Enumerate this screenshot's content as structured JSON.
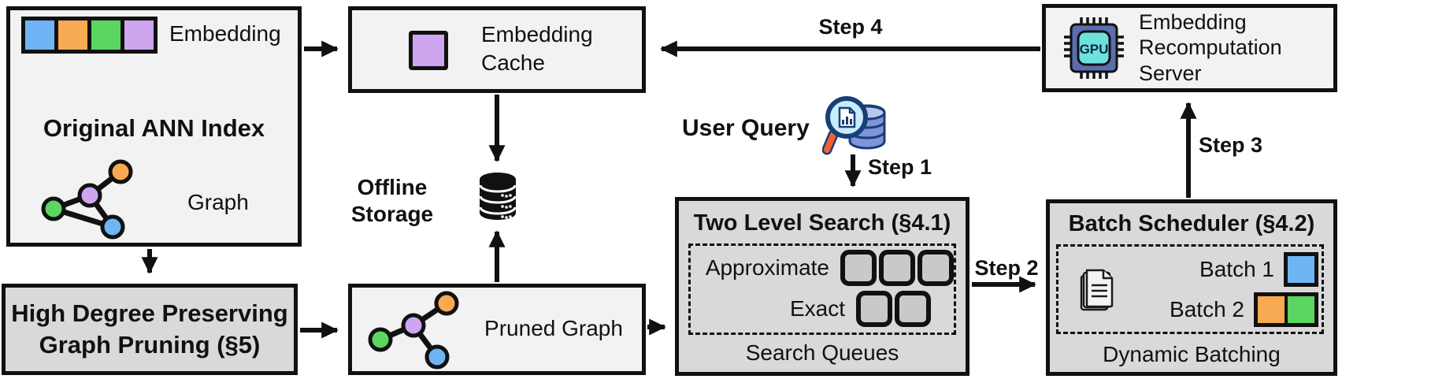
{
  "boxes": {
    "original_ann_index": {
      "title": "Original ANN Index",
      "embedding_label": "Embedding",
      "graph_label": "Graph"
    },
    "graph_pruning": {
      "label_line1": "High Degree Preserving",
      "label_line2": "Graph Pruning (§5)"
    },
    "embedding_cache": {
      "label_line1": "Embedding",
      "label_line2": "Cache"
    },
    "offline_storage": {
      "label_line1": "Offline",
      "label_line2": "Storage"
    },
    "pruned_graph": {
      "label": "Pruned Graph"
    },
    "user_query": {
      "label": "User Query"
    },
    "two_level_search": {
      "title": "Two Level Search (§4.1)",
      "approximate_label": "Approximate",
      "exact_label": "Exact",
      "approximate_slots": 3,
      "exact_slots": 2,
      "footer": "Search Queues"
    },
    "batch_scheduler": {
      "title": "Batch Scheduler (§4.2)",
      "batch1_label": "Batch 1",
      "batch2_label": "Batch 2",
      "footer": "Dynamic Batching"
    },
    "recomputation_server": {
      "label_line1": "Embedding",
      "label_line2": "Recomputation",
      "label_line3": "Server",
      "chip_label": "GPU"
    }
  },
  "arrows": {
    "step1": "Step 1",
    "step2": "Step 2",
    "step3": "Step 3",
    "step4": "Step 4"
  },
  "colors": {
    "embedding_blue": "#6fb4f4",
    "embedding_orange": "#f8aa53",
    "embedding_green": "#5bd661",
    "embedding_purple": "#cda6ef",
    "box_light": "#f2f2f2",
    "box_gray": "#d9d9d9",
    "gpu_chip_body": "#5b6dae",
    "gpu_chip_core": "#6ce3da",
    "magnifier_handle": "#f2612e",
    "query_db_fill": "#8095d9",
    "query_outline": "#173f77"
  }
}
